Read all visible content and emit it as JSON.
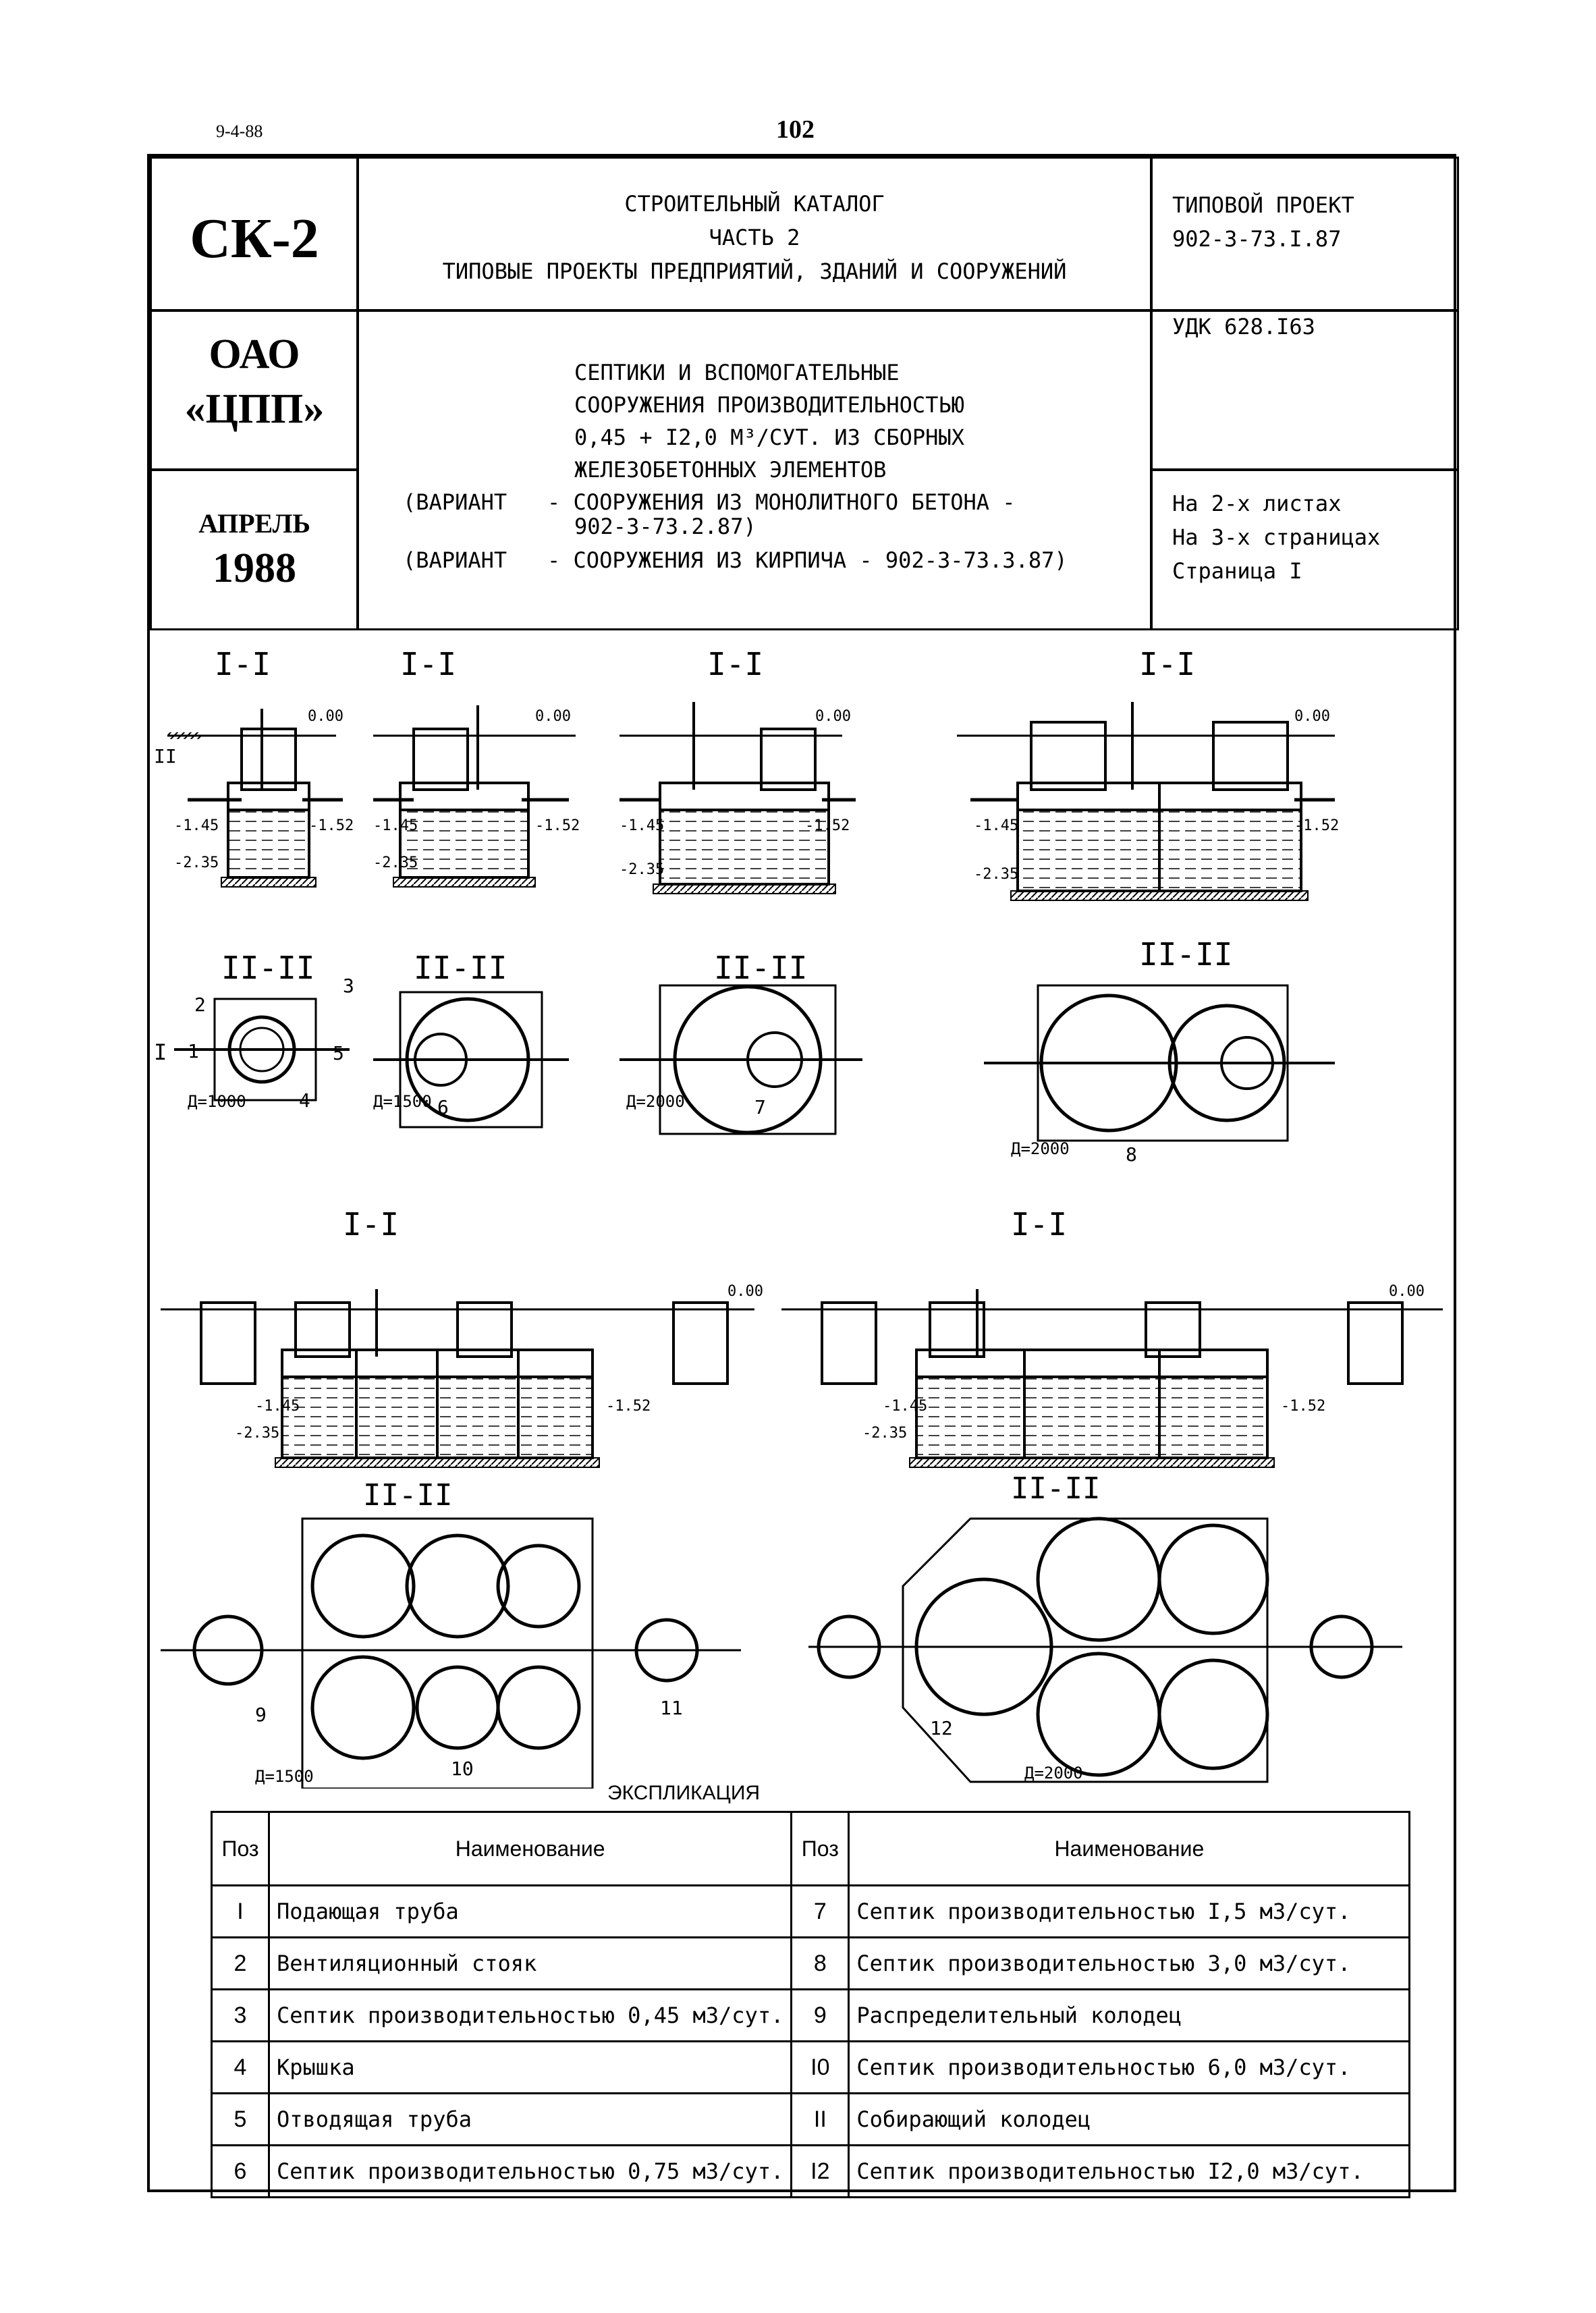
{
  "doc_code": "9-4-88",
  "page_number": "102",
  "header": {
    "series": "СК-2",
    "org_line1": "ОАО",
    "org_line2": "«ЦПП»",
    "month": "АПРЕЛЬ",
    "year": "1988",
    "catalog_lines": [
      "СТРОИТЕЛЬНЫЙ КАТАЛОГ",
      "ЧАСТЬ 2",
      "ТИПОВЫЕ ПРОЕКТЫ ПРЕДПРИЯТИЙ, ЗДАНИЙ И СООРУЖЕНИЙ"
    ],
    "typo_label": "ТИПОВОЙ ПРОЕКТ",
    "typo_code": "902-3-73.I.87",
    "udk": "УДК 628.I63",
    "sheets_lines": [
      "На 2-х листах",
      "На 3-х страницах",
      "Страница I"
    ],
    "title_lines": [
      "СЕПТИКИ И ВСПОМОГАТЕЛЬНЫЕ",
      "СООРУЖЕНИЯ ПРОИЗВОДИТЕЛЬНОСТЬЮ",
      "0,45 + I2,0 М³/СУТ. ИЗ СБОРНЫХ",
      "ЖЕЛЕЗОБЕТОННЫХ ЭЛЕМЕНТОВ"
    ],
    "variant1_prefix": "(ВАРИАНТ",
    "variant1_text": "- СООРУЖЕНИЯ ИЗ МОНОЛИТНОГО БЕТОНА -",
    "variant1_code": "902-3-73.2.87)",
    "variant2_prefix": "(ВАРИАНТ",
    "variant2_text": "- СООРУЖЕНИЯ ИЗ КИРПИЧА - 902-3-73.3.87)"
  },
  "drawing": {
    "sec1": "I-I",
    "sec2": "II-II",
    "level_top": "0.00",
    "level_in": "-1.45",
    "level_out": "-1.52",
    "level_bottom": "-2.35",
    "d1000": "Д=1000",
    "d1500": "Д=1500",
    "d2000": "Д=2000",
    "mark_I": "I",
    "mark_II": "II",
    "pos": [
      "1",
      "2",
      "3",
      "4",
      "5",
      "6",
      "7",
      "8",
      "9",
      "10",
      "11",
      "12"
    ]
  },
  "explication": {
    "title": "ЭКСПЛИКАЦИЯ",
    "col_pos": "Поз",
    "col_name": "Наименование",
    "rows": [
      {
        "p1": "I",
        "n1": "Подающая труба",
        "p2": "7",
        "n2": "Септик производительностью I,5 м3/сут."
      },
      {
        "p1": "2",
        "n1": "Вентиляционный стояк",
        "p2": "8",
        "n2": "Септик производительностью 3,0 м3/сут."
      },
      {
        "p1": "3",
        "n1": "Септик производительностью 0,45 м3/сут.",
        "p2": "9",
        "n2": "Распределительный колодец"
      },
      {
        "p1": "4",
        "n1": "Крышка",
        "p2": "I0",
        "n2": "Септик производительностью 6,0 м3/сут."
      },
      {
        "p1": "5",
        "n1": "Отводящая труба",
        "p2": "II",
        "n2": "Собирающий колодец"
      },
      {
        "p1": "6",
        "n1": "Септик производительностью 0,75 м3/сут.",
        "p2": "I2",
        "n2": "Септик производительностью I2,0 м3/сут."
      }
    ]
  }
}
